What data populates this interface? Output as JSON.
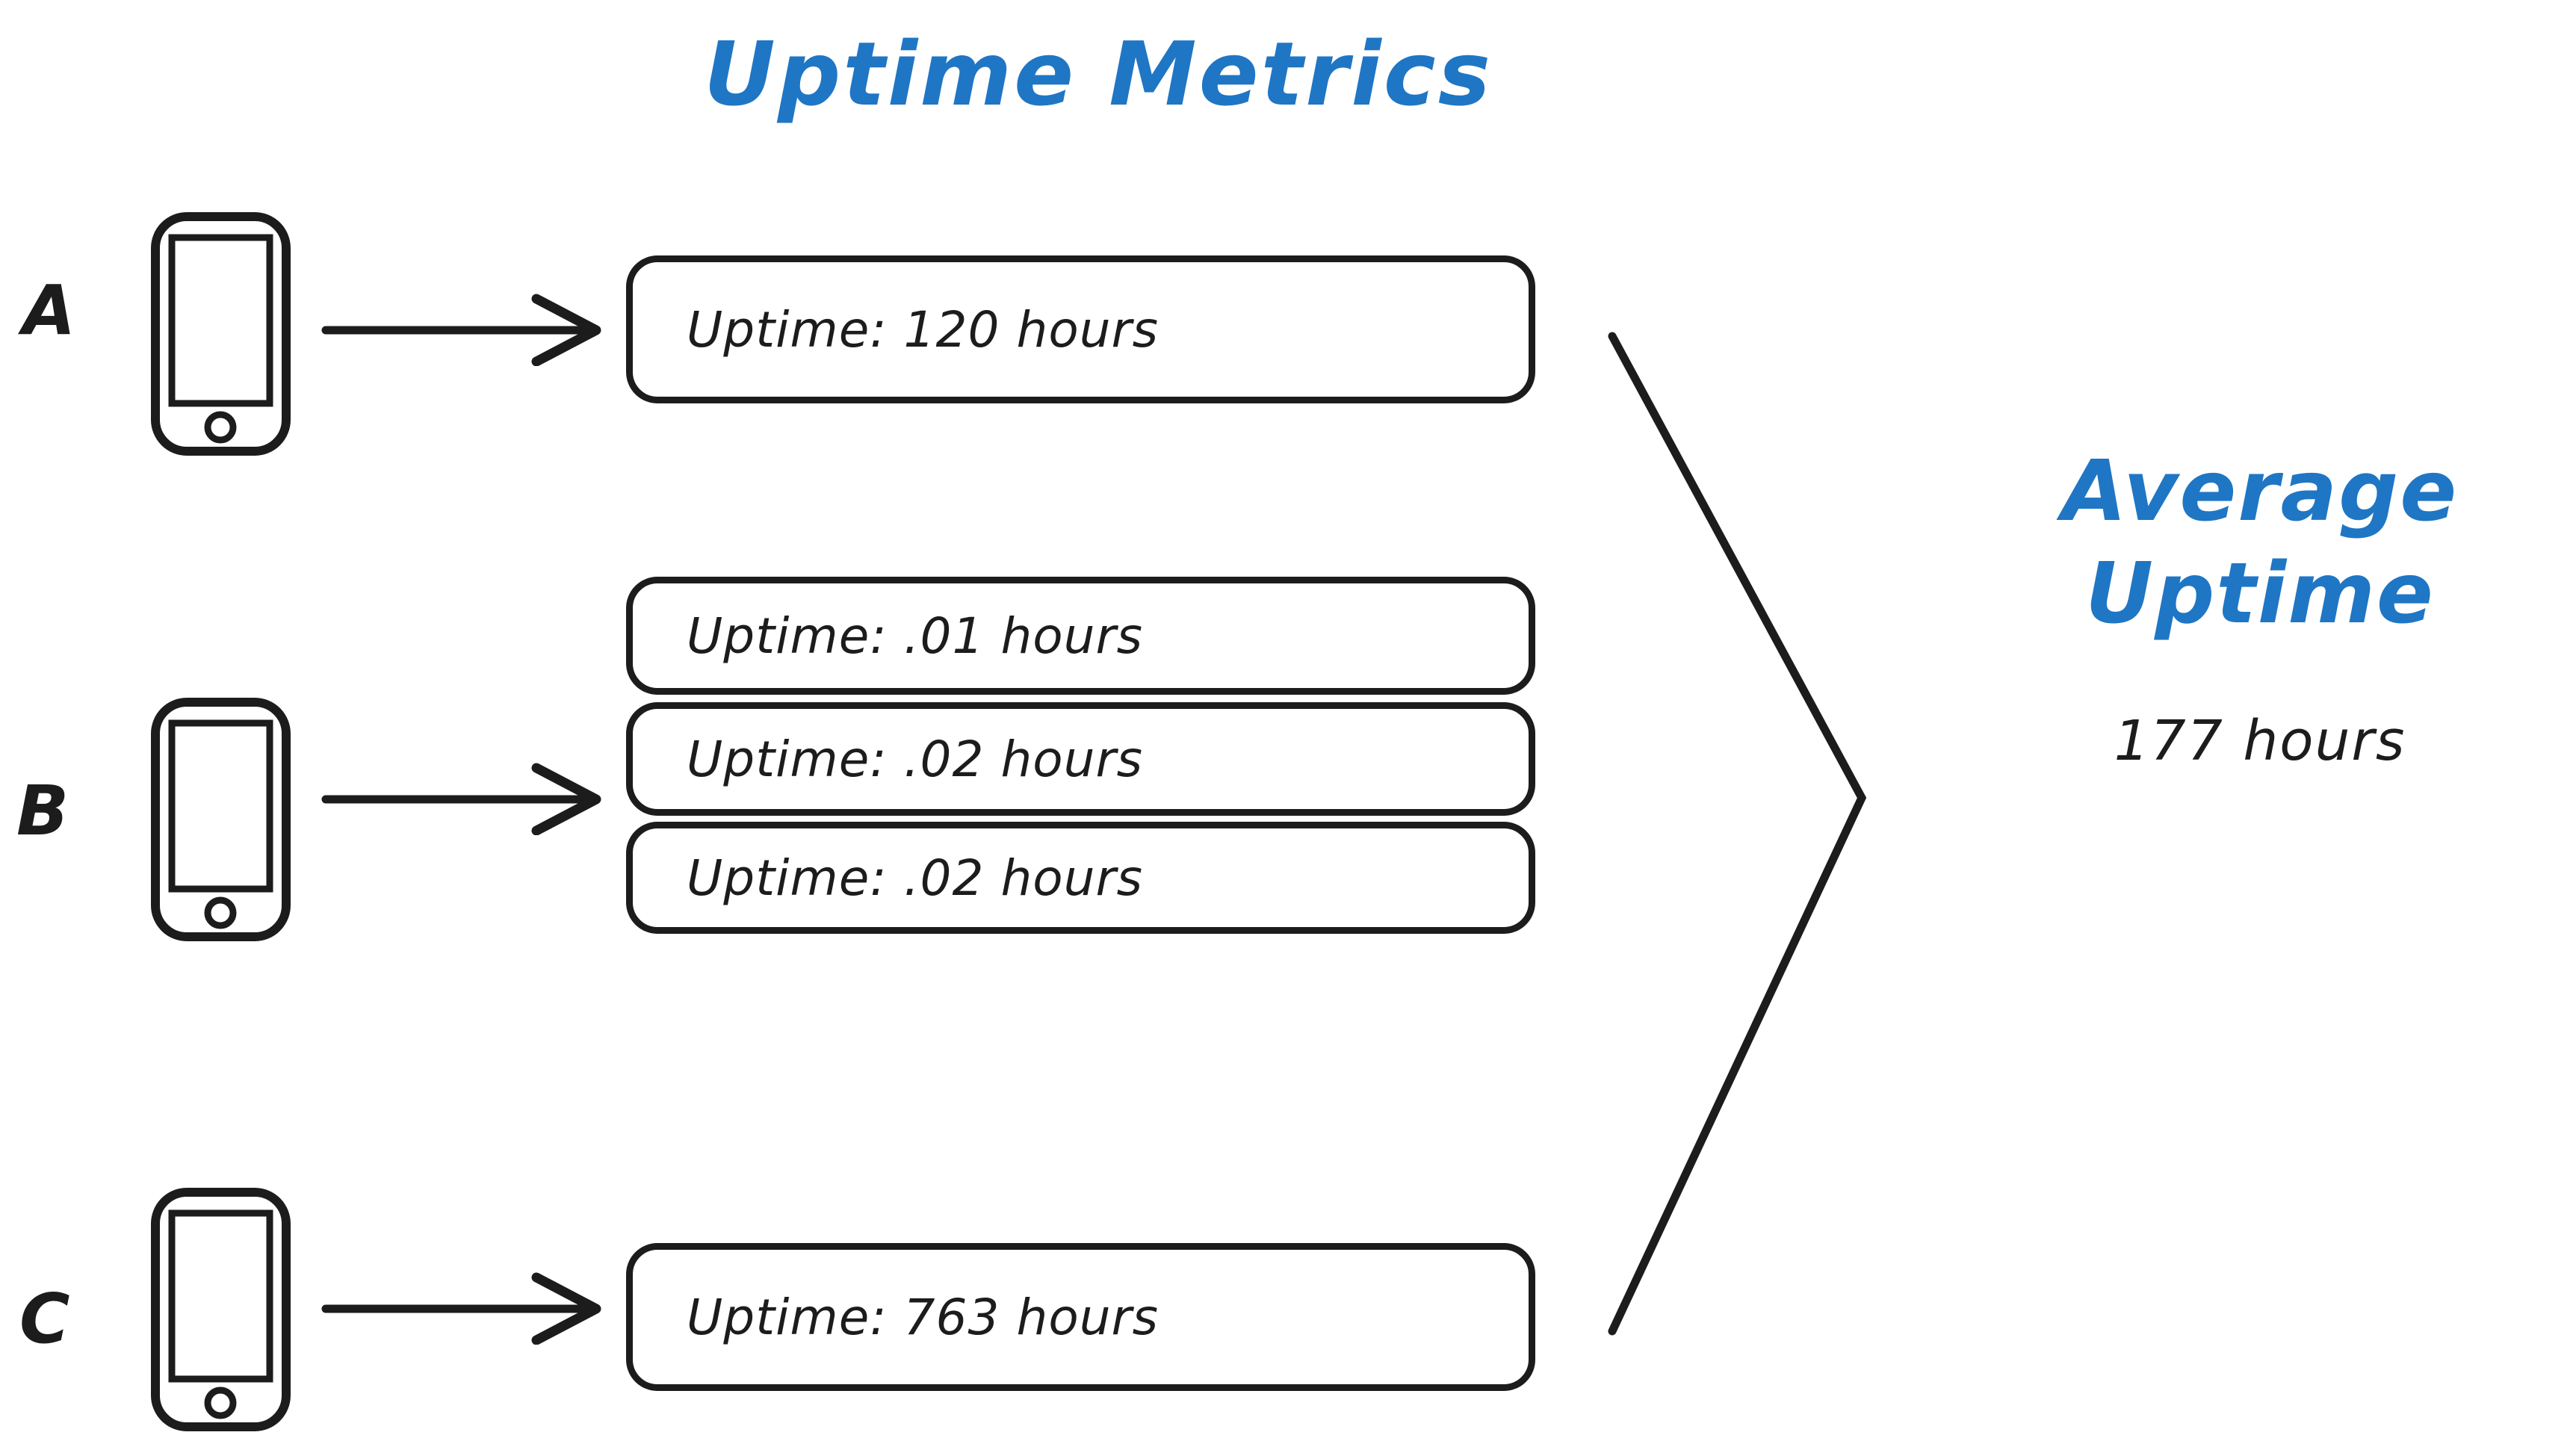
{
  "diagram": {
    "title": "Uptime Metrics",
    "accent_color": "#1f76c4",
    "ink_color": "#1c1c1c",
    "background_color": "#ffffff"
  },
  "groups": [
    {
      "label": "A",
      "device_icon": "phone-icon",
      "arrow_icon": "arrow-right-icon",
      "messages": [
        {
          "text": "Uptime: 120 hours",
          "value": 120,
          "unit": "hours"
        }
      ]
    },
    {
      "label": "B",
      "device_icon": "phone-icon",
      "arrow_icon": "arrow-right-icon",
      "messages": [
        {
          "text": "Uptime: .01 hours",
          "value": 0.01,
          "unit": "hours"
        },
        {
          "text": "Uptime: .02 hours",
          "value": 0.02,
          "unit": "hours"
        },
        {
          "text": "Uptime: .02 hours",
          "value": 0.02,
          "unit": "hours"
        }
      ]
    },
    {
      "label": "C",
      "device_icon": "phone-icon",
      "arrow_icon": "arrow-right-icon",
      "messages": [
        {
          "text": "Uptime: 763 hours",
          "value": 763,
          "unit": "hours"
        }
      ]
    }
  ],
  "result": {
    "title_line1": "Average",
    "title_line2": "Uptime",
    "value_text": "177 hours",
    "value": 177,
    "unit": "hours",
    "connector_icon": "chevron-right-icon"
  }
}
